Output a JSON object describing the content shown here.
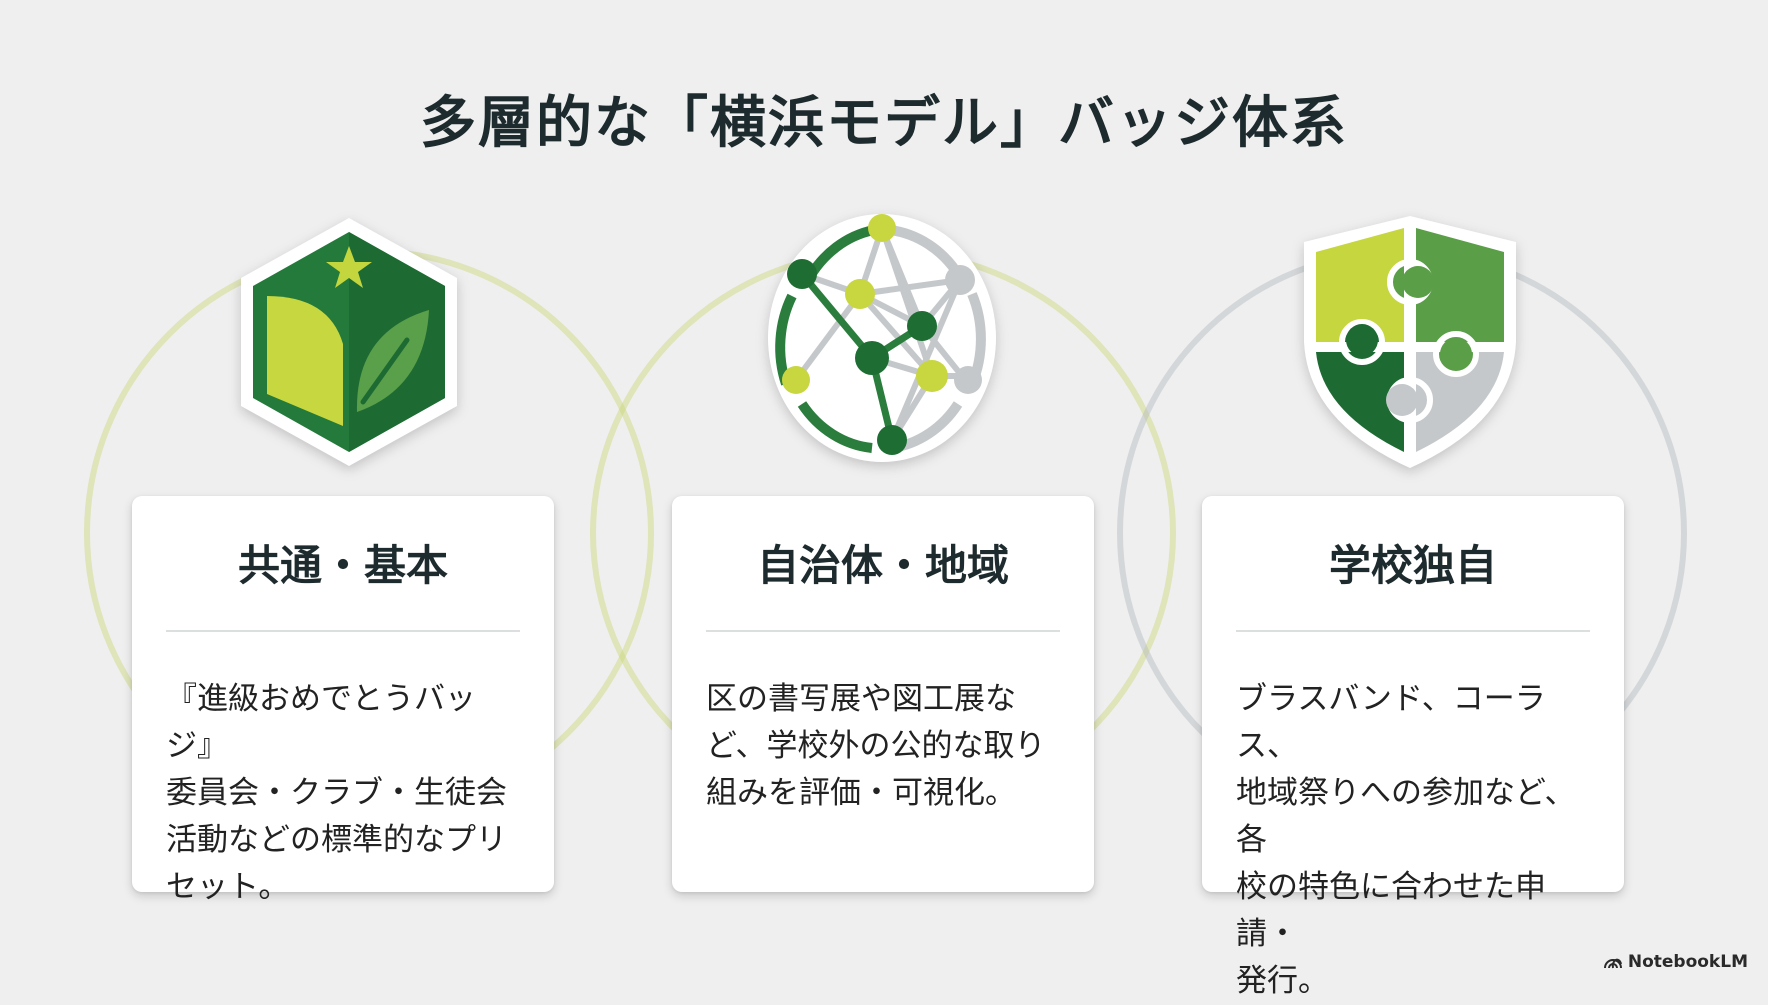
{
  "title": "多層的な「横浜モデル」バッジ体系",
  "colors": {
    "dark_green": "#1e6e34",
    "mid_green": "#5aa04a",
    "lime": "#c8d640",
    "gray": "#c5c8cb",
    "ring_lime": "#dfe5a8",
    "ring_gray": "#cfd3d6",
    "background": "#efefef"
  },
  "tiers": [
    {
      "icon": "hexagon-book-leaf-star-badge",
      "heading": "共通・基本",
      "body": "『進級おめでとうバッジ』\n委員会・クラブ・生徒会\n活動などの標準的なプリ\nセット。"
    },
    {
      "icon": "network-nodes-badge",
      "heading": "自治体・地域",
      "body": "区の書写展や図工展な\nど、学校外の公的な取り\n組みを評価・可視化。"
    },
    {
      "icon": "puzzle-shield-badge",
      "heading": "学校独自",
      "body": "ブラスバンド、コーラス、\n地域祭りへの参加など、各\n校の特色に合わせた申請・\n発行。"
    }
  ],
  "brand": {
    "label": "NotebookLM",
    "icon": "notebooklm-logo"
  }
}
